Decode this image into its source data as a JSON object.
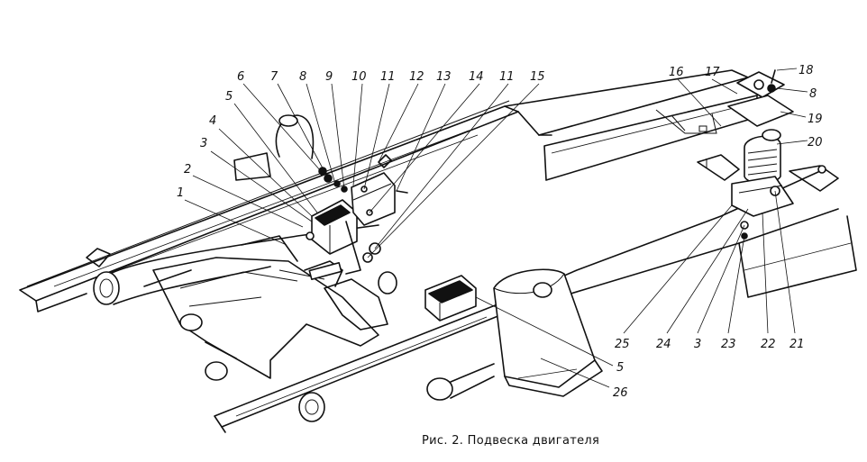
{
  "caption": "Рис. 2. Подвеска двигателя",
  "callouts": {
    "c1": "1",
    "c2": "2",
    "c3": "3",
    "c4": "4",
    "c5": "5",
    "c6": "6",
    "c7": "7",
    "c8": "8",
    "c9": "9",
    "c10": "10",
    "c11a": "11",
    "c12": "12",
    "c13": "13",
    "c14": "14",
    "c11b": "11",
    "c15": "15",
    "c16": "16",
    "c17": "17",
    "c18": "18",
    "c8b": "8",
    "c19": "19",
    "c20": "20",
    "c21": "21",
    "c22": "22",
    "c23": "23",
    "c3b": "3",
    "c24": "24",
    "c25": "25",
    "c5b": "5",
    "c26": "26"
  }
}
